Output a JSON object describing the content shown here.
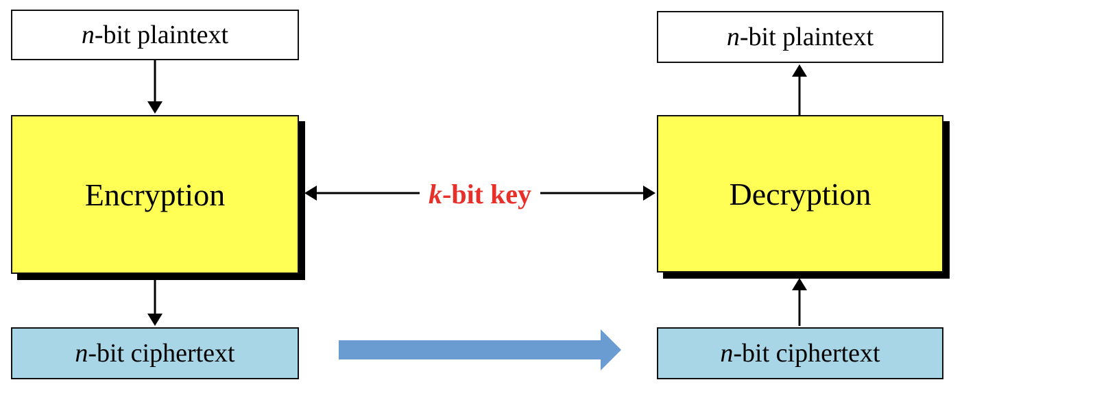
{
  "colors": {
    "process_fill": "#ffff55",
    "ciphertext_fill": "#a8d6e6",
    "key_text": "#e8302a",
    "transfer_arrow": "#6a9bd1"
  },
  "sender": {
    "plaintext": {
      "var": "n",
      "rest": "-bit plaintext"
    },
    "process": "Encryption",
    "ciphertext": {
      "var": "n",
      "rest": "-bit ciphertext"
    }
  },
  "receiver": {
    "plaintext": {
      "var": "n",
      "rest": "-bit plaintext"
    },
    "process": "Decryption",
    "ciphertext": {
      "var": "n",
      "rest": "-bit ciphertext"
    }
  },
  "key": {
    "var": "k",
    "rest": "-bit key"
  }
}
